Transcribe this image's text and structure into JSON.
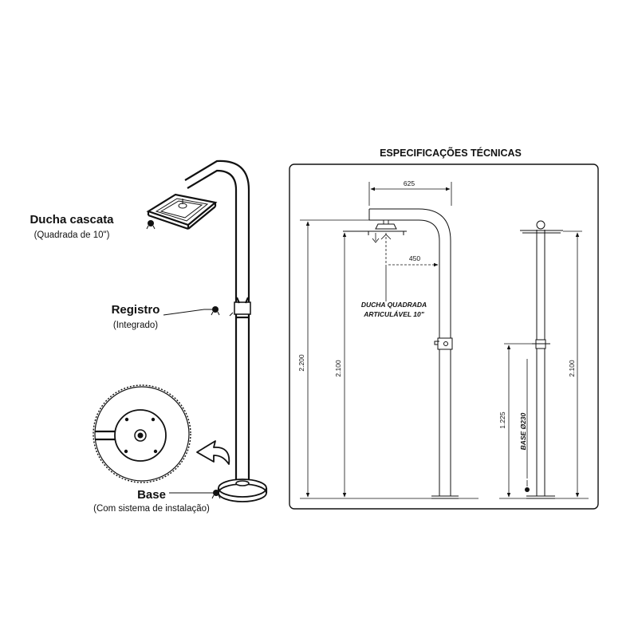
{
  "labels": {
    "shower_head": {
      "title": "Ducha cascata",
      "subtitle": "(Quadrada de 10\")"
    },
    "valve": {
      "title": "Registro",
      "subtitle": "(Integrado)"
    },
    "base": {
      "title": "Base",
      "subtitle": "(Com sistema de instalação)"
    }
  },
  "specs": {
    "title": "ESPECIFICAÇÕES TÉCNICAS",
    "dimensions": {
      "top_width": "625",
      "head_offset": "450",
      "total_height": "2.200",
      "head_height": "2.100",
      "side_height": "2.100",
      "valve_height": "1.225",
      "base_diameter": "BASE Ø230"
    },
    "head_note_line1": "DUCHA QUADRADA",
    "head_note_line2": "ARTICULÁVEL 10\""
  }
}
